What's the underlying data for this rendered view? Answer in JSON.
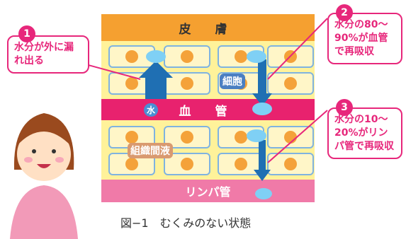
{
  "layers": {
    "skin": "皮 膚",
    "blood": "血 管",
    "lymph": "リンパ管"
  },
  "labels": {
    "water": "水",
    "cell": "細胞",
    "interstitial": "組織間液"
  },
  "callouts": [
    {
      "num": "1",
      "text": "水分が外に漏れ出る"
    },
    {
      "num": "2",
      "text": "水分の80〜90%が血管で再吸収"
    },
    {
      "num": "3",
      "text": "水分の10〜20%がリンパ管で再吸収"
    }
  ],
  "caption": "図−1　むくみのない状態",
  "colors": {
    "skin": "#f5a030",
    "blood": "#e8226e",
    "lymph": "#f07aa8",
    "tissue": "#fff29a",
    "accent": "#e7277b",
    "arrow": "#1f6fb3",
    "droplet": "#7fd0f5"
  }
}
